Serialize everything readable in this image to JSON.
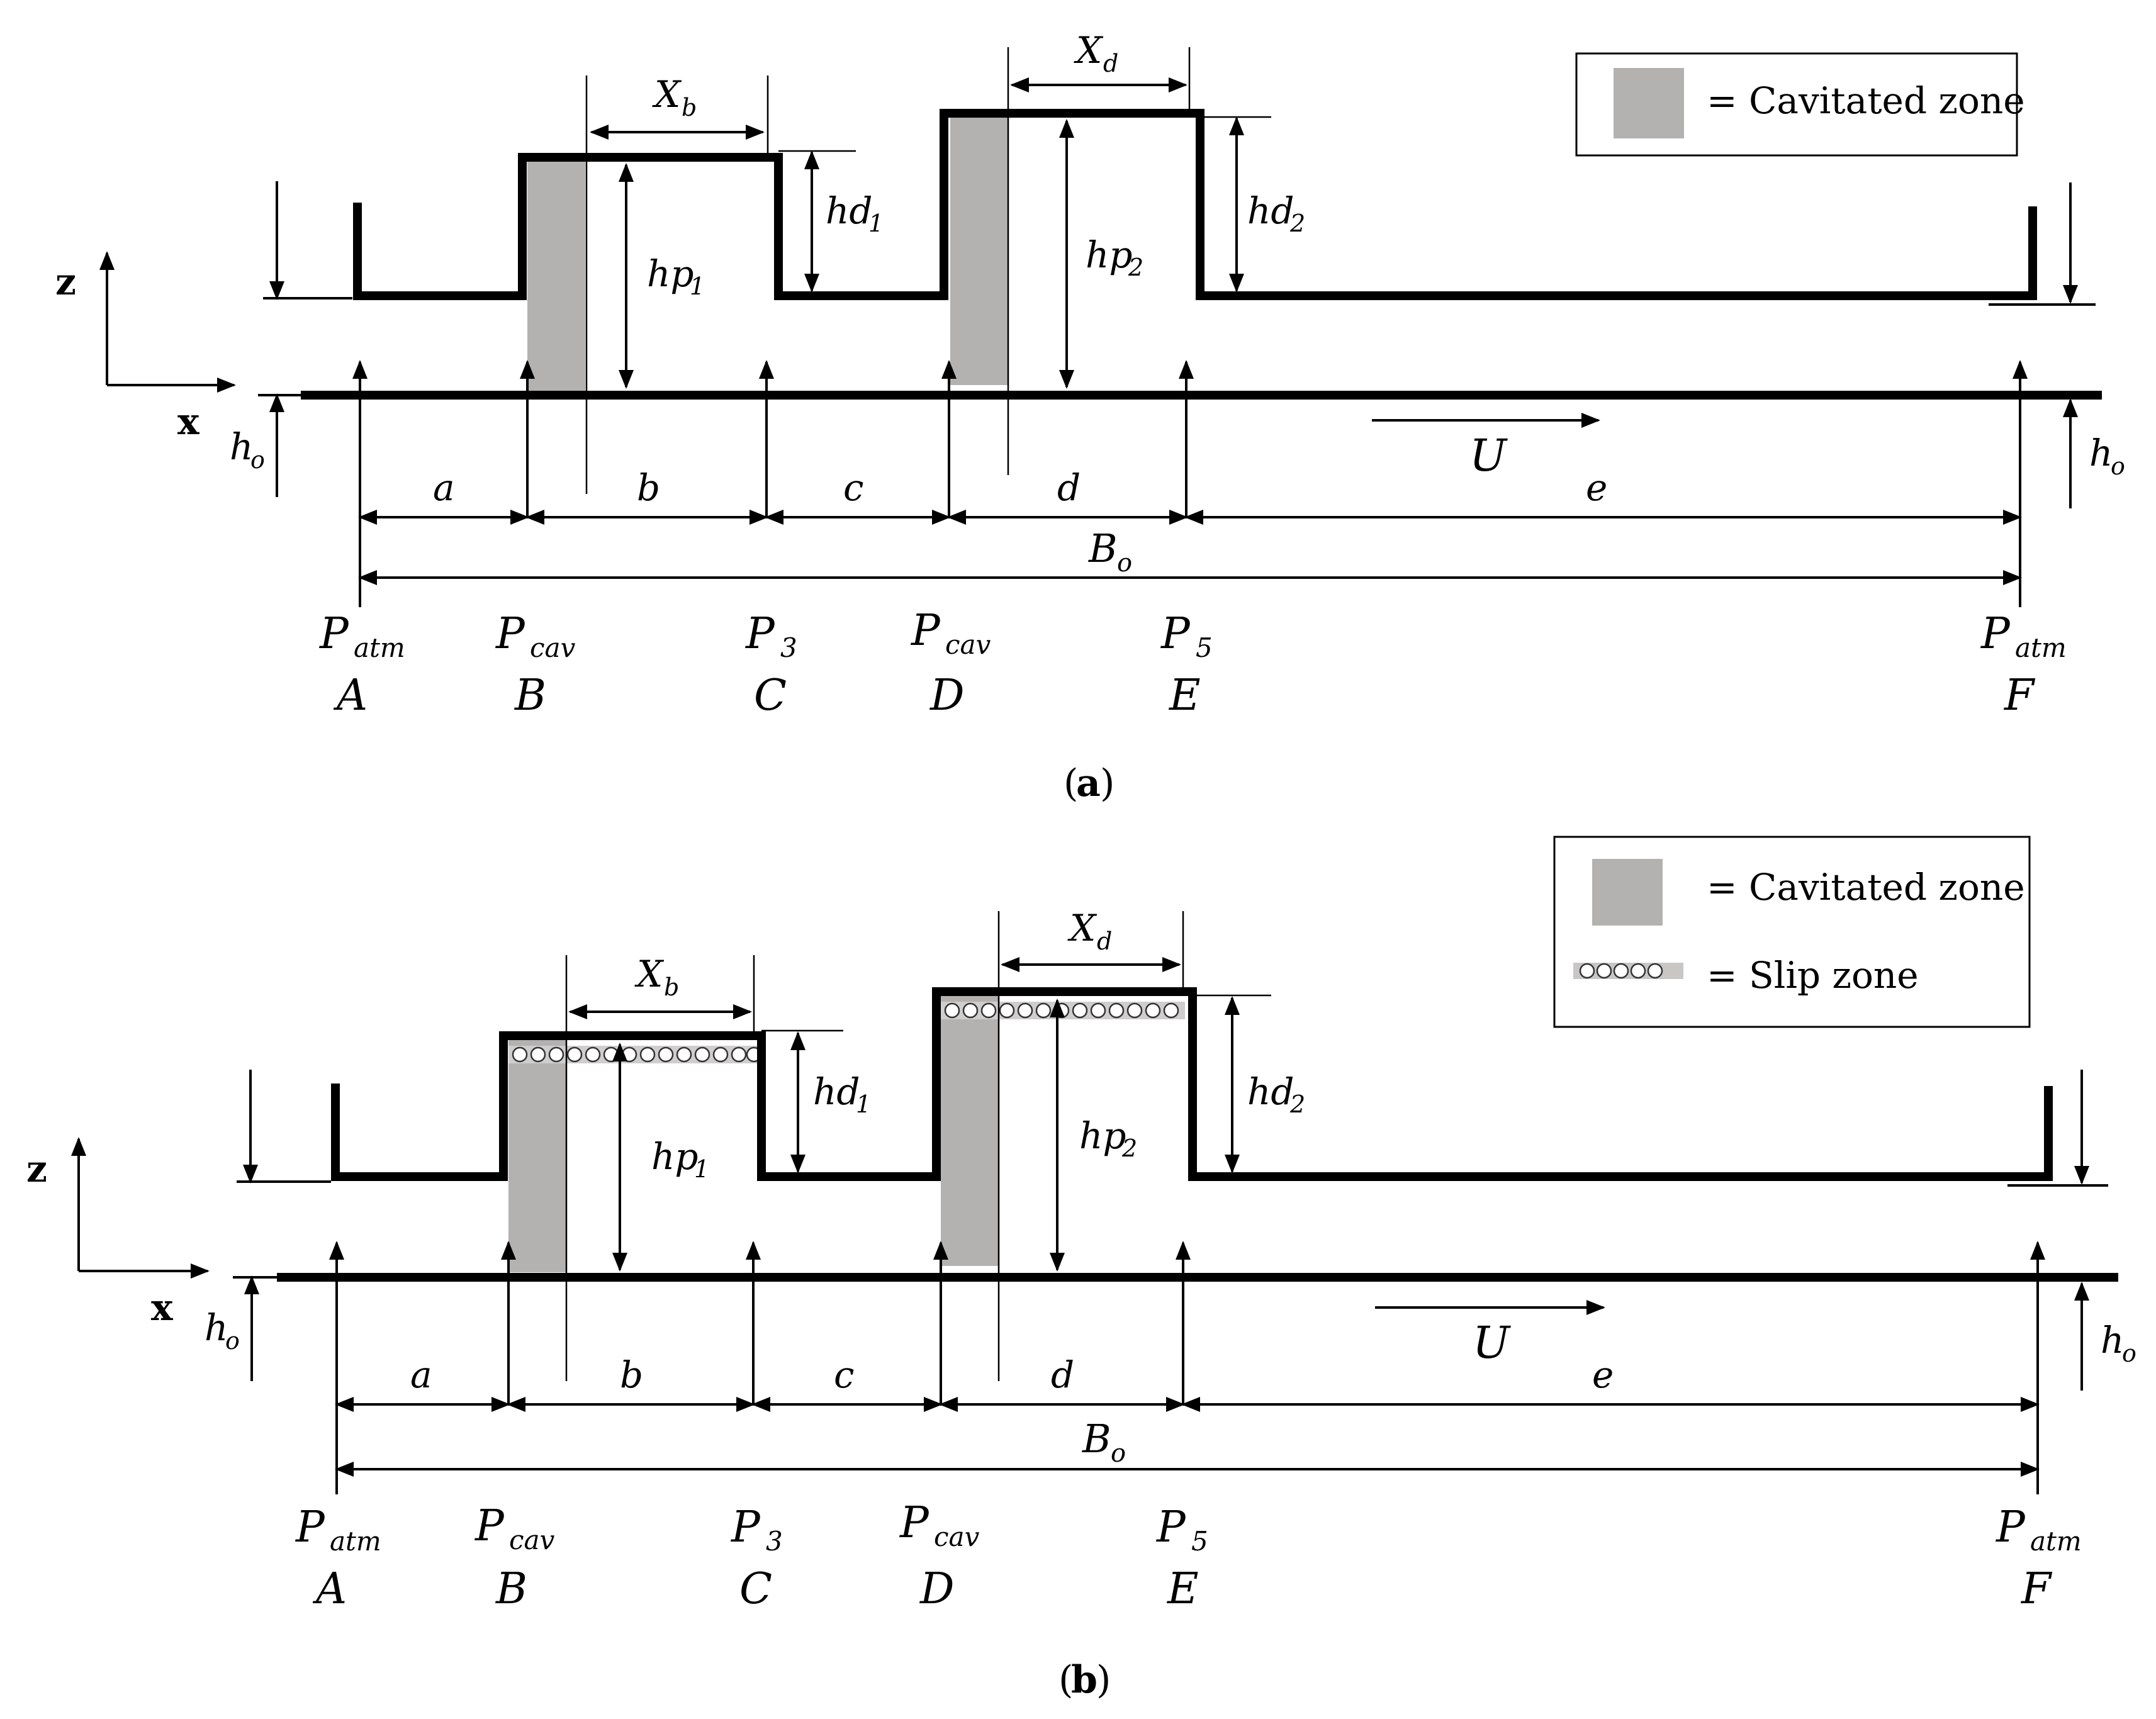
{
  "panel_a": {
    "caption_open": "(",
    "caption_letter": "a",
    "caption_close": ")",
    "legend": {
      "cavitated": "= Cavitated zone"
    }
  },
  "panel_b": {
    "caption_open": "(",
    "caption_letter": "b",
    "caption_close": ")",
    "legend": {
      "cavitated": "= Cavitated zone",
      "slip": "= Slip zone"
    }
  },
  "labels": {
    "z": "z",
    "x": "x",
    "h": "h",
    "o": "o",
    "U": "U",
    "a": "a",
    "b": "b",
    "c": "c",
    "d": "d",
    "e": "e",
    "B": "B",
    "X": "X",
    "hp": "hp",
    "hd": "hd",
    "one": "1",
    "two": "2",
    "P": "P",
    "atm": "atm",
    "cav": "cav",
    "three": "3",
    "five": "5",
    "A": "A",
    "Bp": "B",
    "C": "C",
    "D": "D",
    "E": "E",
    "F": "F"
  },
  "colors": {
    "cavitated": "#b4b1b1",
    "line": "#000000"
  }
}
